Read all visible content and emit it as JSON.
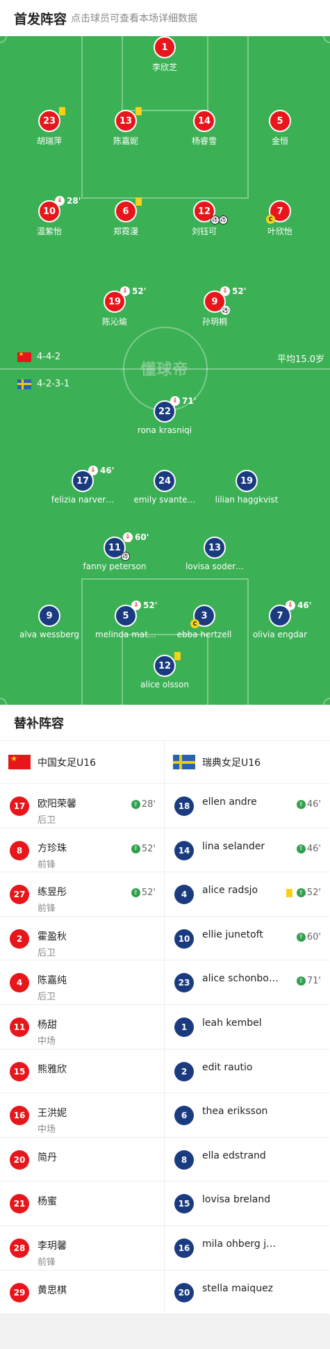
{
  "header": {
    "title": "首发阵容",
    "subtitle": "点击球员可查看本场详细数据"
  },
  "pitch": {
    "logo_text": "懂球帝",
    "home_formation": "4-4-2",
    "away_formation": "4-2-3-1",
    "avg_age": "平均15.0岁"
  },
  "home_players": [
    {
      "num": "1",
      "name": "李欣芝"
    },
    {
      "num": "23",
      "name": "胡瑞萍"
    },
    {
      "num": "13",
      "name": "陈嘉妮"
    },
    {
      "num": "14",
      "name": "杨睿雪"
    },
    {
      "num": "5",
      "name": "金恒"
    },
    {
      "num": "10",
      "name": "温紫怡",
      "sub": "28'"
    },
    {
      "num": "6",
      "name": "郑霓漫"
    },
    {
      "num": "12",
      "name": "刘钰可"
    },
    {
      "num": "7",
      "name": "叶欣怡"
    },
    {
      "num": "19",
      "name": "陈沁瑜",
      "sub": "52'"
    },
    {
      "num": "9",
      "name": "孙玥桐",
      "sub": "52'"
    }
  ],
  "away_players": [
    {
      "num": "22",
      "name": "rona krasniqi",
      "sub": "71'"
    },
    {
      "num": "17",
      "name": "felizia narver…",
      "sub": "46'"
    },
    {
      "num": "24",
      "name": "emily svante…"
    },
    {
      "num": "19",
      "name": "lilian haggkvist"
    },
    {
      "num": "11",
      "name": "fanny peterson",
      "sub": "60'"
    },
    {
      "num": "13",
      "name": "lovisa soder…"
    },
    {
      "num": "9",
      "name": "alva wessberg"
    },
    {
      "num": "5",
      "name": "melinda mat…",
      "sub": "52'"
    },
    {
      "num": "3",
      "name": "ebba hertzell"
    },
    {
      "num": "7",
      "name": "olivia engdar",
      "sub": "46'"
    },
    {
      "num": "12",
      "name": "alice olsson"
    }
  ],
  "subs": {
    "title": "替补阵容",
    "home_team": "中国女足U16",
    "away_team": "瑞典女足U16",
    "home": [
      {
        "num": "17",
        "name": "欧阳荣馨",
        "pos": "后卫",
        "time": "28'"
      },
      {
        "num": "8",
        "name": "方珍珠",
        "pos": "前锋",
        "time": "52'"
      },
      {
        "num": "27",
        "name": "练昱彤",
        "pos": "前锋",
        "time": "52'"
      },
      {
        "num": "2",
        "name": "霍盈秋",
        "pos": "后卫"
      },
      {
        "num": "4",
        "name": "陈嘉纯",
        "pos": "后卫"
      },
      {
        "num": "11",
        "name": "杨甜",
        "pos": "中场"
      },
      {
        "num": "15",
        "name": "熊雅欣"
      },
      {
        "num": "16",
        "name": "王洪妮",
        "pos": "中场"
      },
      {
        "num": "20",
        "name": "简丹"
      },
      {
        "num": "21",
        "name": "杨蜜"
      },
      {
        "num": "28",
        "name": "李玥馨",
        "pos": "前锋"
      },
      {
        "num": "29",
        "name": "黄思棋"
      }
    ],
    "away": [
      {
        "num": "18",
        "name": "ellen andre",
        "time": "46'"
      },
      {
        "num": "14",
        "name": "lina selander",
        "time": "46'"
      },
      {
        "num": "4",
        "name": "alice radsjo",
        "time": "52'"
      },
      {
        "num": "10",
        "name": "ellie junetoft",
        "time": "60'"
      },
      {
        "num": "23",
        "name": "alice schonborg",
        "time": "71'"
      },
      {
        "num": "1",
        "name": "leah kembel"
      },
      {
        "num": "2",
        "name": "edit rautio"
      },
      {
        "num": "6",
        "name": "thea eriksson"
      },
      {
        "num": "8",
        "name": "ella edstrand"
      },
      {
        "num": "15",
        "name": "lovisa breland"
      },
      {
        "num": "16",
        "name": "mila ohberg ju…"
      },
      {
        "num": "20",
        "name": "stella maiquez"
      }
    ]
  },
  "colors": {
    "pitch": "#3bb054",
    "home": "#e8161b",
    "away": "#1a3b80",
    "card": "#f7d117",
    "sub_in": "#2ea14b"
  }
}
